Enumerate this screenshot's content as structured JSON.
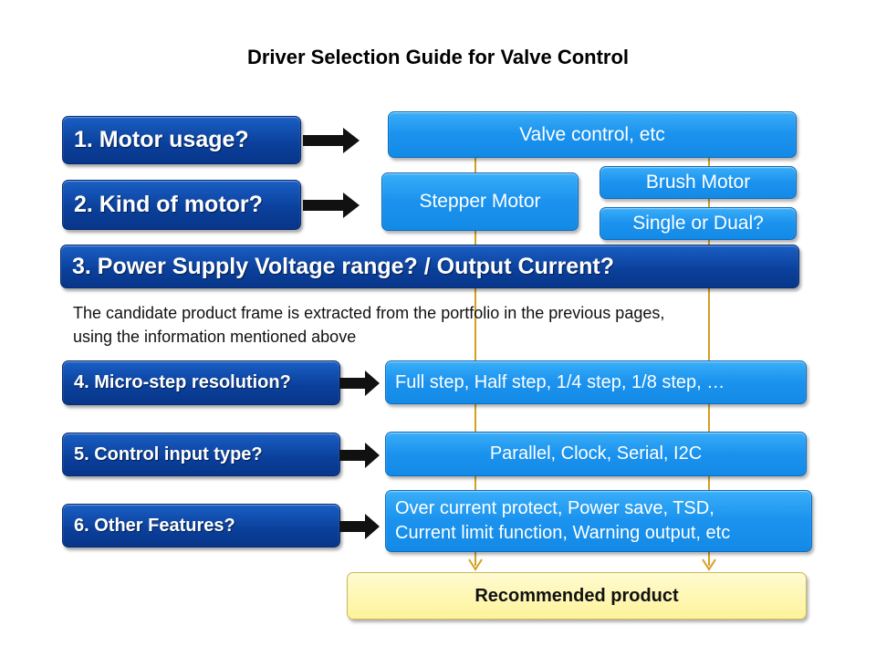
{
  "title": "Driver Selection Guide for Valve Control",
  "questions": [
    {
      "label": "1. Motor usage?"
    },
    {
      "label": "2. Kind of motor?"
    },
    {
      "label": "3. Power Supply Voltage range? / Output Current?"
    },
    {
      "label": "4. Micro-step resolution?"
    },
    {
      "label": "5. Control input type?"
    },
    {
      "label": "6. Other Features?"
    }
  ],
  "answers": {
    "usage": "Valve control, etc",
    "stepper": "Stepper Motor",
    "brush": "Brush Motor",
    "single_dual": "Single or Dual?",
    "microstep": "Full step, Half step, 1/4 step, 1/8 step, …",
    "control_input": "Parallel, Clock, Serial, I2C",
    "features_line1": "Over current protect, Power save, TSD,",
    "features_line2": "Current  limit function, Warning output, etc"
  },
  "note": {
    "line1": "The candidate product frame is extracted from the portfolio in the previous pages,",
    "line2": "using the information mentioned above"
  },
  "result": "Recommended product",
  "colors": {
    "question_blue": "#0a3f9a",
    "answer_blue": "#1a92ee",
    "result_yellow": "#fdf39a",
    "connector_gold": "#d4a020"
  }
}
